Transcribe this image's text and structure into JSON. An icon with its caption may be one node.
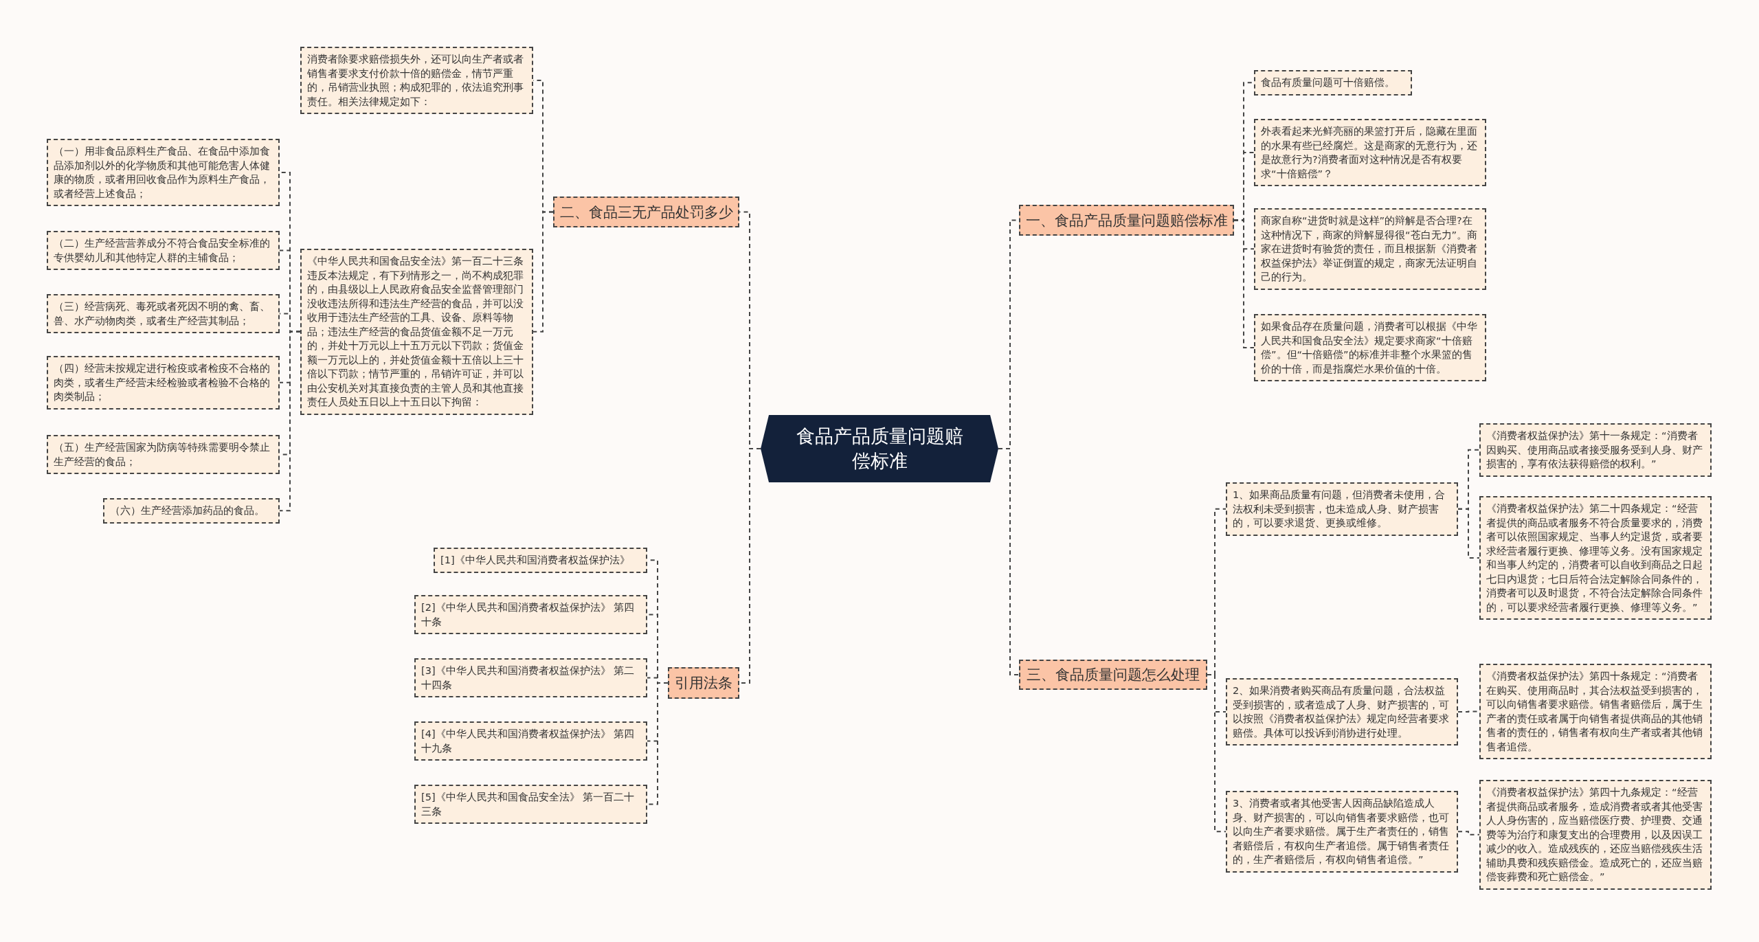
{
  "diagram": {
    "nodes": [
      {
        "text": [
          "食品产品质量问题赔偿标准"
        ]
      },
      {
        "text": [
          "一、食品产品质量问题赔偿标准"
        ]
      },
      {
        "text": [
          "食品有质量问题可十倍赔偿。"
        ]
      },
      {
        "text": [
          "外表看起来光鲜亮丽的果篮打开后，隐藏在里面的水果有些已经腐烂。这是商家的无意行为，还是故意行为?消费者面对这种情况是否有权要求“十倍赔偿”？"
        ]
      },
      {
        "text": [
          "商家自称“进货时就是这样”的辩解是否合理?在这种情况下，商家的辩解显得很“苍白无力”。商家在进货时有验货的责任，而且根据新《消费者权益保护法》举证倒置的规定，商家无法证明自己的行为。"
        ]
      },
      {
        "text": [
          "如果食品存在质量问题，消费者可以根据《中华人民共和国食品安全法》规定要求商家“十倍赔偿”。但“十倍赔偿”的标准并非整个水果篮的售价的十倍，而是指腐烂水果价值的十倍。"
        ]
      },
      {
        "text": [
          "二、食品三无产品处罚多少"
        ]
      },
      {
        "text": [
          "消费者除要求赔偿损失外，还可以向生产者或者销售者要求支付价款十倍的赔偿金，情节严重的，吊销营业执照；构成犯罪的，依法追究刑事责任。相关法律规定如下："
        ]
      },
      {
        "text": [
          "《中华人民共和国食品安全法》第一百二十三条违反本法规定，有下列情形之一，尚不构成犯罪的，由县级以上人民政府食品安全监督管理部门没收违法所得和违法生产经营的食品，并可以没收用于违法生产经营的工具、设备、原料等物品；违法生产经营的食品货值金额不足一万元的，并处十万元以上十五万元以下罚款；货值金额一万元以上的，并处货值金额十五倍以上三十倍以下罚款；情节严重的，吊销许可证，并可以由公安机关对其直接负责的主管人员和其他直接责任人员处五日以上十五日以下拘留："
        ]
      },
      {
        "text": [
          "（一）用非食品原料生产食品、在食品中添加食品添加剂以外的化学物质和其他可能危害人体健康的物质，或者用回收食品作为原料生产食品，或者经营上述食品；"
        ]
      },
      {
        "text": [
          "（二）生产经营营养成分不符合食品安全标准的专供婴幼儿和其他特定人群的主辅食品；"
        ]
      },
      {
        "text": [
          "（三）经营病死、毒死或者死因不明的禽、畜、兽、水产动物肉类，或者生产经营其制品；"
        ]
      },
      {
        "text": [
          "（四）经营未按规定进行检疫或者检疫不合格的肉类，或者生产经营未经检验或者检验不合格的肉类制品；"
        ]
      },
      {
        "text": [
          "（五）生产经营国家为防病等特殊需要明令禁止生产经营的食品；"
        ]
      },
      {
        "text": [
          "（六）生产经营添加药品的食品。"
        ]
      },
      {
        "text": [
          "三、食品质量问题怎么处理"
        ]
      },
      {
        "text": [
          "1、如果商品质量有问题，但消费者未使用，合法权利未受到损害，也未造成人身、财产损害的，可以要求退货、更换或维修。"
        ]
      },
      {
        "text": [
          "《消费者权益保护法》第十一条规定：“消费者因购买、使用商品或者接受服务受到人身、财产损害的，享有依法获得赔偿的权利。”"
        ]
      },
      {
        "text": [
          "《消费者权益保护法》第二十四条规定：“经营者提供的商品或者服务不符合质量要求的，消费者可以依照国家规定、当事人约定退货，或者要求经营者履行更换、修理等义务。没有国家规定和当事人约定的，消费者可以自收到商品之日起七日内退货；七日后符合法定解除合同条件的，消费者可以及时退货，不符合法定解除合同条件的，可以要求经营者履行更换、修理等义务。”"
        ]
      },
      {
        "text": [
          "2、如果消费者购买商品有质量问题，合法权益受到损害的，或者造成了人身、财产损害的，可以按照《消费者权益保护法》规定向经营者要求赔偿。具体可以投诉到消协进行处理。"
        ]
      },
      {
        "text": [
          "《消费者权益保护法》第四十条规定：“消费者在购买、使用商品时，其合法权益受到损害的，可以向销售者要求赔偿。销售者赔偿后，属于生产者的责任或者属于向销售者提供商品的其他销售者的责任的，销售者有权向生产者或者其他销售者追偿。"
        ]
      },
      {
        "text": [
          "3、消费者或者其他受害人因商品缺陷造成人身、财产损害的，可以向销售者要求赔偿，也可以向生产者要求赔偿。属于生产者责任的，销售者赔偿后，有权向生产者追偿。属于销售者责任的，生产者赔偿后，有权向销售者追偿。”"
        ]
      },
      {
        "text": [
          "《消费者权益保护法》第四十九条规定：“经营者提供商品或者服务，造成消费者或者其他受害人人身伤害的，应当赔偿医疗费、护理费、交通费等为治疗和康复支出的合理费用，以及因误工减少的收入。造成残疾的，还应当赔偿残疾生活辅助具费和残疾赔偿金。造成死亡的，还应当赔偿丧葬费和死亡赔偿金。”"
        ]
      },
      {
        "text": [
          "引用法条"
        ]
      },
      {
        "text": [
          "[1]《中华人民共和国消费者权益保护法》"
        ]
      },
      {
        "text": [
          "[2]《中华人民共和国消费者权益保护法》 第四十条"
        ]
      },
      {
        "text": [
          "[3]《中华人民共和国消费者权益保护法》 第二十四条"
        ]
      },
      {
        "text": [
          "[4]《中华人民共和国消费者权益保护法》 第四十九条"
        ]
      },
      {
        "text": [
          "[5]《中华人民共和国食品安全法》 第一百二十三条"
        ]
      }
    ],
    "edges": [
      {
        "from": 0,
        "to": 1,
        "arrow": "none",
        "style": "dashed"
      },
      {
        "from": 1,
        "to": 2,
        "arrow": "none",
        "style": "dashed"
      },
      {
        "from": 1,
        "to": 3,
        "arrow": "none",
        "style": "dashed"
      },
      {
        "from": 1,
        "to": 4,
        "arrow": "none",
        "style": "dashed"
      },
      {
        "from": 1,
        "to": 5,
        "arrow": "none",
        "style": "dashed"
      },
      {
        "from": 0,
        "to": 6,
        "arrow": "none",
        "style": "dashed"
      },
      {
        "from": 6,
        "to": 7,
        "arrow": "none",
        "style": "dashed"
      },
      {
        "from": 6,
        "to": 8,
        "arrow": "none",
        "style": "dashed"
      },
      {
        "from": 8,
        "to": 9,
        "arrow": "none",
        "style": "dashed"
      },
      {
        "from": 8,
        "to": 10,
        "arrow": "none",
        "style": "dashed"
      },
      {
        "from": 8,
        "to": 11,
        "arrow": "none",
        "style": "dashed"
      },
      {
        "from": 8,
        "to": 12,
        "arrow": "none",
        "style": "dashed"
      },
      {
        "from": 8,
        "to": 13,
        "arrow": "none",
        "style": "dashed"
      },
      {
        "from": 8,
        "to": 14,
        "arrow": "none",
        "style": "dashed"
      },
      {
        "from": 0,
        "to": 15,
        "arrow": "none",
        "style": "dashed"
      },
      {
        "from": 15,
        "to": 16,
        "arrow": "none",
        "style": "dashed"
      },
      {
        "from": 16,
        "to": 17,
        "arrow": "none",
        "style": "dashed"
      },
      {
        "from": 16,
        "to": 18,
        "arrow": "none",
        "style": "dashed"
      },
      {
        "from": 15,
        "to": 19,
        "arrow": "none",
        "style": "dashed"
      },
      {
        "from": 19,
        "to": 20,
        "arrow": "none",
        "style": "dashed"
      },
      {
        "from": 15,
        "to": 21,
        "arrow": "none",
        "style": "dashed"
      },
      {
        "from": 21,
        "to": 22,
        "arrow": "none",
        "style": "dashed"
      },
      {
        "from": 0,
        "to": 23,
        "arrow": "none",
        "style": "dashed"
      },
      {
        "from": 23,
        "to": 24,
        "arrow": "none",
        "style": "dashed"
      },
      {
        "from": 23,
        "to": 25,
        "arrow": "none",
        "style": "dashed"
      },
      {
        "from": 23,
        "to": 26,
        "arrow": "none",
        "style": "dashed"
      },
      {
        "from": 23,
        "to": 27,
        "arrow": "none",
        "style": "dashed"
      },
      {
        "from": 23,
        "to": 28,
        "arrow": "none",
        "style": "dashed"
      }
    ]
  }
}
